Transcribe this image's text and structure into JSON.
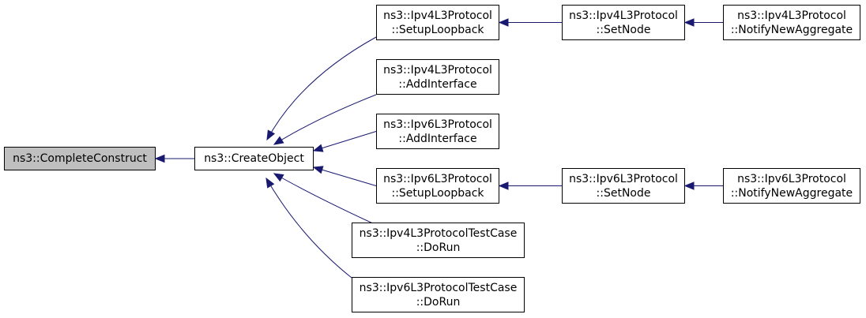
{
  "colors": {
    "edge": "#191970",
    "node_border": "#000000",
    "node_fill": "#ffffff",
    "highlight_fill": "#bfbfbf"
  },
  "nodes": {
    "complete_construct": {
      "lines": [
        "ns3::CompleteConstruct"
      ]
    },
    "create_object": {
      "lines": [
        "ns3::CreateObject"
      ]
    },
    "ipv4_setup_loopback": {
      "lines": [
        "ns3::Ipv4L3Protocol",
        "::SetupLoopback"
      ]
    },
    "ipv4_add_interface": {
      "lines": [
        "ns3::Ipv4L3Protocol",
        "::AddInterface"
      ]
    },
    "ipv6_add_interface": {
      "lines": [
        "ns3::Ipv6L3Protocol",
        "::AddInterface"
      ]
    },
    "ipv6_setup_loopback": {
      "lines": [
        "ns3::Ipv6L3Protocol",
        "::SetupLoopback"
      ]
    },
    "ipv4_testcase_dorun": {
      "lines": [
        "ns3::Ipv4L3ProtocolTestCase",
        "::DoRun"
      ]
    },
    "ipv6_testcase_dorun": {
      "lines": [
        "ns3::Ipv6L3ProtocolTestCase",
        "::DoRun"
      ]
    },
    "ipv4_set_node": {
      "lines": [
        "ns3::Ipv4L3Protocol",
        "::SetNode"
      ]
    },
    "ipv4_notify_new_aggregate": {
      "lines": [
        "ns3::Ipv4L3Protocol",
        "::NotifyNewAggregate"
      ]
    },
    "ipv6_set_node": {
      "lines": [
        "ns3::Ipv6L3Protocol",
        "::SetNode"
      ]
    },
    "ipv6_notify_new_aggregate": {
      "lines": [
        "ns3::Ipv6L3Protocol",
        "::NotifyNewAggregate"
      ]
    }
  },
  "edges": [
    {
      "from": "create_object",
      "to": "complete_construct"
    },
    {
      "from": "ipv4_setup_loopback",
      "to": "create_object"
    },
    {
      "from": "ipv4_add_interface",
      "to": "create_object"
    },
    {
      "from": "ipv6_add_interface",
      "to": "create_object"
    },
    {
      "from": "ipv6_setup_loopback",
      "to": "create_object"
    },
    {
      "from": "ipv4_testcase_dorun",
      "to": "create_object"
    },
    {
      "from": "ipv6_testcase_dorun",
      "to": "create_object"
    },
    {
      "from": "ipv4_set_node",
      "to": "ipv4_setup_loopback"
    },
    {
      "from": "ipv4_notify_new_aggregate",
      "to": "ipv4_set_node"
    },
    {
      "from": "ipv6_set_node",
      "to": "ipv6_setup_loopback"
    },
    {
      "from": "ipv6_notify_new_aggregate",
      "to": "ipv6_set_node"
    }
  ]
}
